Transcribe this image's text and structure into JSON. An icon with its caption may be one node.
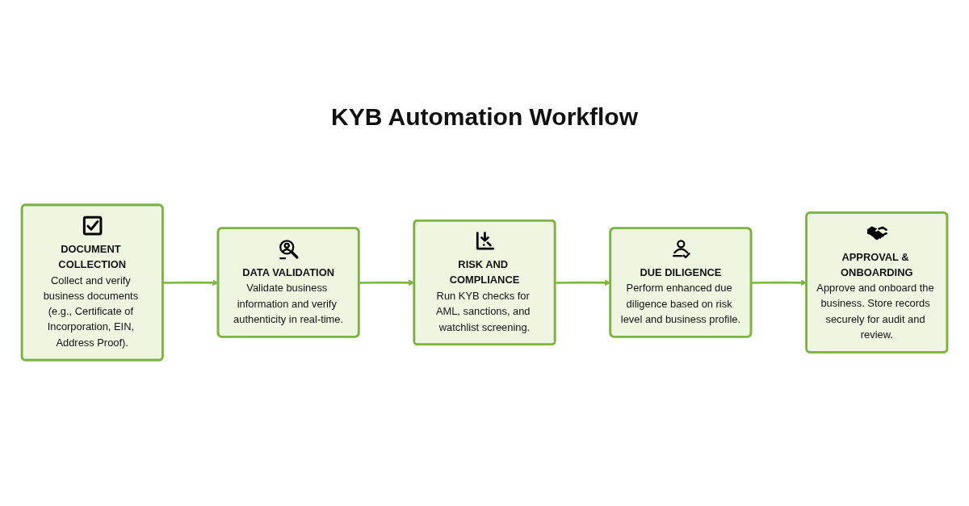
{
  "diagram": {
    "title": "KYB Automation Workflow",
    "nodes": [
      {
        "text": [
          "DOCUMENT COLLECTION",
          "Collect and verify business documents (e.g., Certificate of Incorporation, EIN, Address Proof)."
        ]
      },
      {
        "text": [
          "DATA VALIDATION",
          "Validate business information and verify authenticity in real-time."
        ]
      },
      {
        "text": [
          "RISK AND COMPLIANCE",
          "Run KYB checks for AML, sanctions, and watchlist screening."
        ]
      },
      {
        "text": [
          "DUE DILIGENCE",
          "Perform enhanced due diligence based on risk level and business profile."
        ]
      },
      {
        "text": [
          "APPROVAL & ONBOARDING",
          "Approve and onboard the business. Store records securely for audit and review."
        ]
      }
    ],
    "edges": [
      {
        "from": 0,
        "to": 1,
        "arrow": "to"
      },
      {
        "from": 1,
        "to": 2,
        "arrow": "to"
      },
      {
        "from": 2,
        "to": 3,
        "arrow": "to"
      },
      {
        "from": 3,
        "to": 4,
        "arrow": "to"
      }
    ]
  }
}
